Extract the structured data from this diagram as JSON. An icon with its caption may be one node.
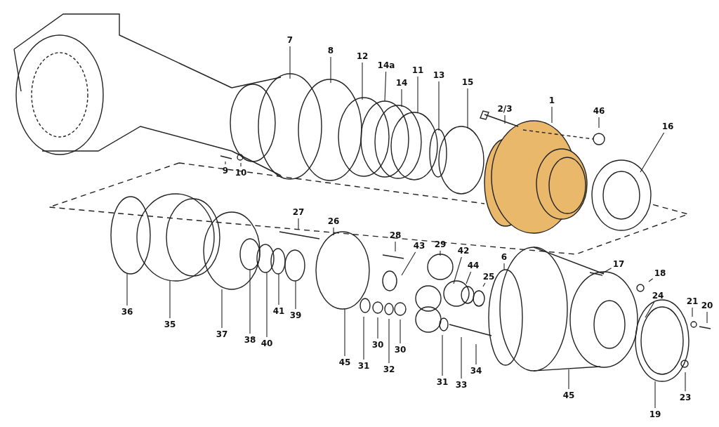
{
  "diagram": {
    "nodes": [
      {
        "text": [
          "7"
        ]
      },
      {
        "text": [
          "8"
        ]
      },
      {
        "text": [
          "12"
        ]
      },
      {
        "text": [
          "14a"
        ]
      },
      {
        "text": [
          "14"
        ]
      },
      {
        "text": [
          "11"
        ]
      },
      {
        "text": [
          "13"
        ]
      },
      {
        "text": [
          "15"
        ]
      },
      {
        "text": [
          "2/3"
        ]
      },
      {
        "text": [
          "1"
        ]
      },
      {
        "text": [
          "46"
        ]
      },
      {
        "text": [
          "16"
        ]
      },
      {
        "text": [
          "9"
        ]
      },
      {
        "text": [
          "10"
        ]
      },
      {
        "text": [
          "27"
        ]
      },
      {
        "text": [
          "26"
        ]
      },
      {
        "text": [
          "28"
        ]
      },
      {
        "text": [
          "43"
        ]
      },
      {
        "text": [
          "29"
        ]
      },
      {
        "text": [
          "42"
        ]
      },
      {
        "text": [
          "44"
        ]
      },
      {
        "text": [
          "25"
        ]
      },
      {
        "text": [
          "6"
        ]
      },
      {
        "text": [
          "17"
        ]
      },
      {
        "text": [
          "18"
        ]
      },
      {
        "text": [
          "24"
        ]
      },
      {
        "text": [
          "21"
        ]
      },
      {
        "text": [
          "20"
        ]
      },
      {
        "text": [
          "36"
        ]
      },
      {
        "text": [
          "35"
        ]
      },
      {
        "text": [
          "37"
        ]
      },
      {
        "text": [
          "38"
        ]
      },
      {
        "text": [
          "40"
        ]
      },
      {
        "text": [
          "41"
        ]
      },
      {
        "text": [
          "39"
        ]
      },
      {
        "text": [
          "45"
        ]
      },
      {
        "text": [
          "31"
        ]
      },
      {
        "text": [
          "30"
        ]
      },
      {
        "text": [
          "32"
        ]
      },
      {
        "text": [
          "30"
        ]
      },
      {
        "text": [
          "31"
        ]
      },
      {
        "text": [
          "33"
        ]
      },
      {
        "text": [
          "34"
        ]
      },
      {
        "text": [
          "45"
        ]
      },
      {
        "text": [
          "19"
        ]
      },
      {
        "text": [
          "23"
        ]
      }
    ],
    "edges": [
      {
        "from": 0,
        "to": null,
        "arrow": "none"
      },
      {
        "from": 1,
        "to": null,
        "arrow": "none"
      },
      {
        "from": 2,
        "to": null,
        "arrow": "none"
      },
      {
        "from": 3,
        "to": null,
        "arrow": "none"
      },
      {
        "from": 4,
        "to": null,
        "arrow": "none"
      },
      {
        "from": 5,
        "to": null,
        "arrow": "none"
      },
      {
        "from": 6,
        "to": null,
        "arrow": "none"
      },
      {
        "from": 7,
        "to": null,
        "arrow": "none"
      },
      {
        "from": 8,
        "to": null,
        "arrow": "none"
      },
      {
        "from": 9,
        "to": null,
        "arrow": "none"
      },
      {
        "from": 10,
        "to": null,
        "arrow": "none"
      },
      {
        "from": 11,
        "to": null,
        "arrow": "none"
      },
      {
        "from": 12,
        "to": null,
        "arrow": "none"
      },
      {
        "from": 13,
        "to": null,
        "arrow": "none"
      },
      {
        "from": 14,
        "to": null,
        "arrow": "none"
      },
      {
        "from": 15,
        "to": null,
        "arrow": "none"
      },
      {
        "from": 16,
        "to": null,
        "arrow": "none"
      },
      {
        "from": 17,
        "to": null,
        "arrow": "none"
      },
      {
        "from": 18,
        "to": null,
        "arrow": "none"
      },
      {
        "from": 19,
        "to": null,
        "arrow": "none"
      },
      {
        "from": 20,
        "to": null,
        "arrow": "none"
      },
      {
        "from": 21,
        "to": null,
        "arrow": "none"
      },
      {
        "from": 22,
        "to": null,
        "arrow": "none"
      },
      {
        "from": 23,
        "to": null,
        "arrow": "none"
      },
      {
        "from": 24,
        "to": null,
        "arrow": "none"
      },
      {
        "from": 25,
        "to": null,
        "arrow": "none"
      },
      {
        "from": 26,
        "to": null,
        "arrow": "none"
      },
      {
        "from": 27,
        "to": null,
        "arrow": "none"
      },
      {
        "from": 28,
        "to": null,
        "arrow": "none"
      },
      {
        "from": 29,
        "to": null,
        "arrow": "none"
      },
      {
        "from": 30,
        "to": null,
        "arrow": "none"
      },
      {
        "from": 31,
        "to": null,
        "arrow": "none"
      },
      {
        "from": 32,
        "to": null,
        "arrow": "none"
      },
      {
        "from": 33,
        "to": null,
        "arrow": "none"
      },
      {
        "from": 34,
        "to": null,
        "arrow": "none"
      },
      {
        "from": 35,
        "to": null,
        "arrow": "none"
      },
      {
        "from": 36,
        "to": null,
        "arrow": "none"
      },
      {
        "from": 37,
        "to": null,
        "arrow": "none"
      },
      {
        "from": 38,
        "to": null,
        "arrow": "none"
      },
      {
        "from": 39,
        "to": null,
        "arrow": "none"
      },
      {
        "from": 40,
        "to": null,
        "arrow": "none"
      },
      {
        "from": 41,
        "to": null,
        "arrow": "none"
      },
      {
        "from": 42,
        "to": null,
        "arrow": "none"
      },
      {
        "from": 43,
        "to": null,
        "arrow": "none"
      },
      {
        "from": 44,
        "to": null,
        "arrow": "none"
      },
      {
        "from": 45,
        "to": null,
        "arrow": "none"
      }
    ]
  }
}
